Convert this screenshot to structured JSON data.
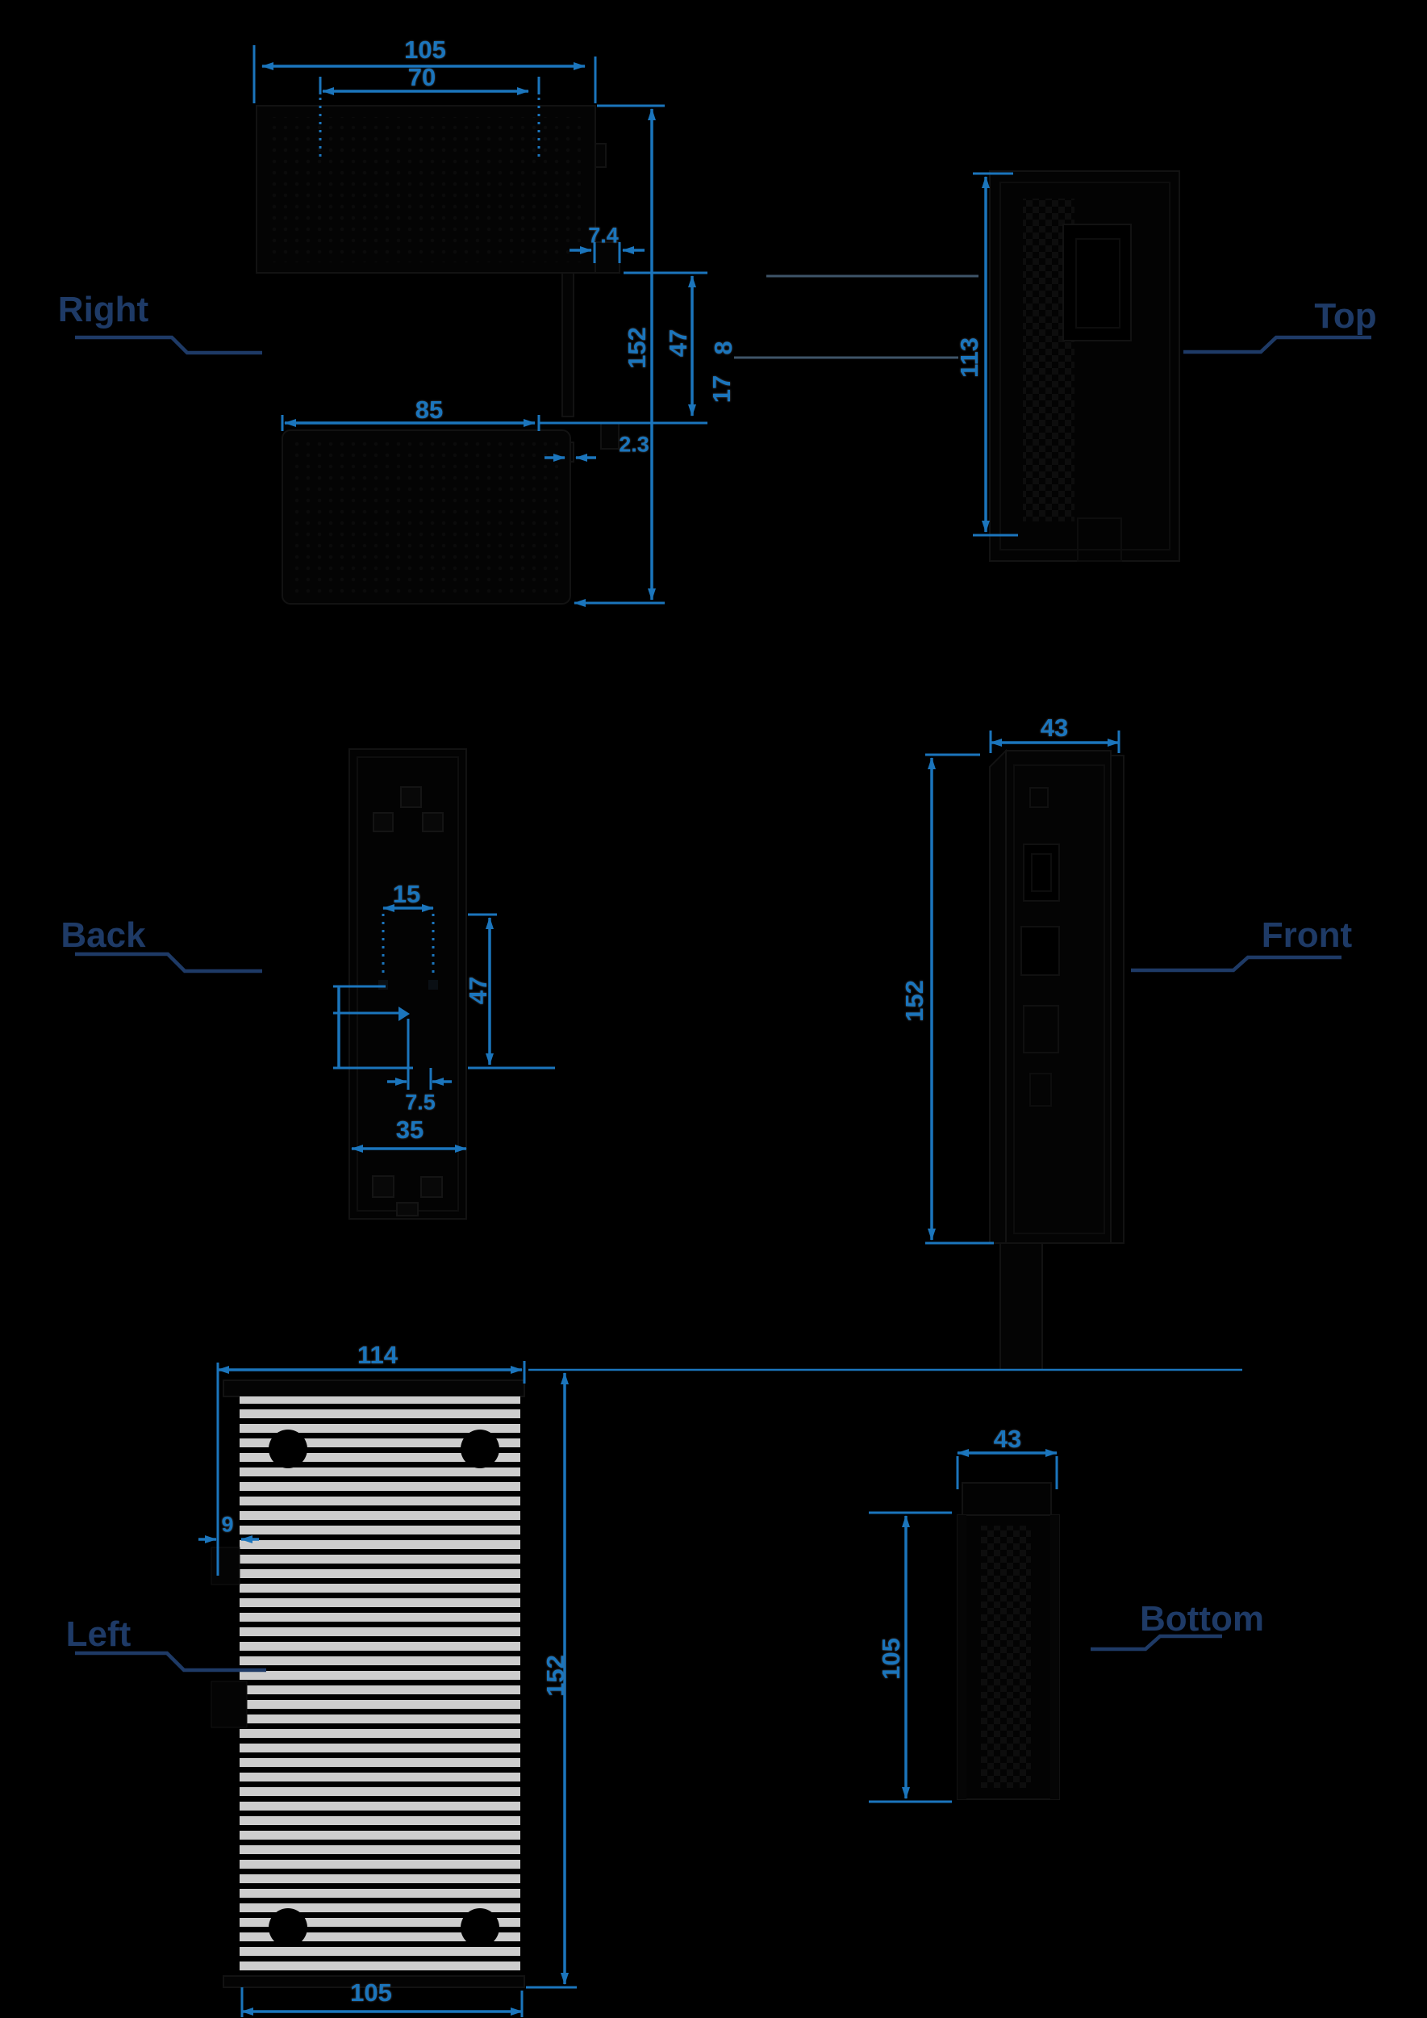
{
  "drawing": {
    "colors": {
      "dimension": "#1B75BC",
      "view_label": "#1E3A66",
      "fin_gray": "#CDCDCD"
    },
    "views": {
      "right": {
        "label": "Right",
        "dims": {
          "top_width": "105",
          "hole_spacing": "70",
          "height": "152",
          "foot_height": "47",
          "clip_width": "7.4",
          "clip_a": "8",
          "clip_b": "17",
          "lip_thickness": "2.3",
          "body_width": "85"
        }
      },
      "top": {
        "label": "Top",
        "dims": {
          "depth": "113"
        }
      },
      "back": {
        "label": "Back",
        "dims": {
          "hole_spacing": "15",
          "clip_height": "47",
          "lip_width": "7.5",
          "rail_width": "35"
        }
      },
      "front": {
        "label": "Front",
        "dims": {
          "width": "43",
          "height": "152"
        }
      },
      "left": {
        "label": "Left",
        "dims": {
          "top_width": "114",
          "clip_offset": "9",
          "height": "152",
          "body_width": "105"
        }
      },
      "bottom": {
        "label": "Bottom",
        "dims": {
          "width": "43",
          "depth": "105"
        }
      }
    }
  }
}
